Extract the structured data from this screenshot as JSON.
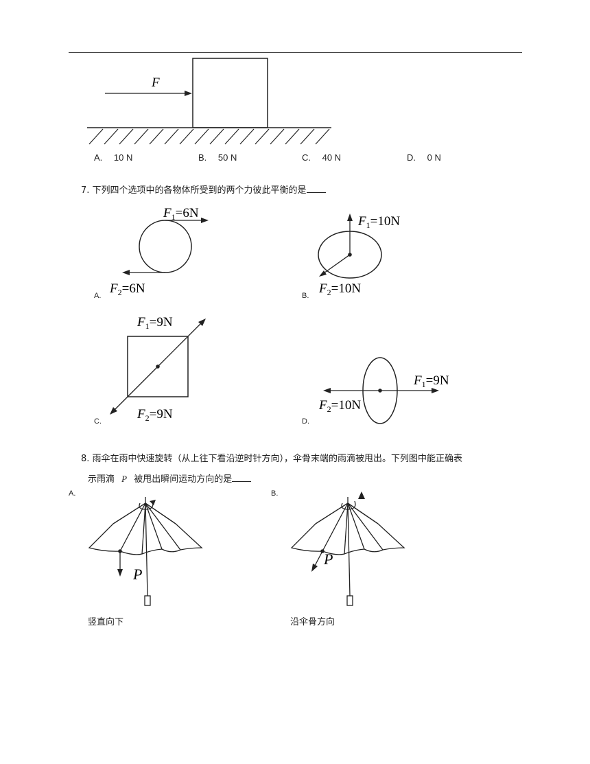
{
  "q6": {
    "figure": {
      "force_label": "F"
    },
    "options": [
      "A.  10 N",
      "B.  50 N",
      "C.  40 N",
      "D.  0 N"
    ]
  },
  "q7": {
    "number": "7.",
    "stem": "下列四个选项中的各物体所受到的两个力彼此平衡的是",
    "options": {
      "A": {
        "label": "A.",
        "f1": "=6N",
        "f2": "=6N"
      },
      "B": {
        "label": "B.",
        "f1": "=10N",
        "f2": "=10N"
      },
      "C": {
        "label": "C.",
        "f1": "=9N",
        "f2": "=9N"
      },
      "D": {
        "label": "D.",
        "f1": "=9N",
        "f2": "=10N"
      }
    }
  },
  "q8": {
    "number": "8.",
    "stem_line1": "雨伞在雨中快速旋转（从上往下看沿逆时针方向），伞骨末端的雨滴被甩出。下列图中能正确表",
    "stem_line2_a": "示雨滴",
    "stem_line2_p": "P",
    "stem_line2_b": "被甩出瞬间运动方向的是",
    "options": {
      "A": {
        "label": "A.",
        "point": "P",
        "caption": "竖直向下"
      },
      "B": {
        "label": "B.",
        "point": "P",
        "caption": "沿伞骨方向"
      }
    }
  }
}
